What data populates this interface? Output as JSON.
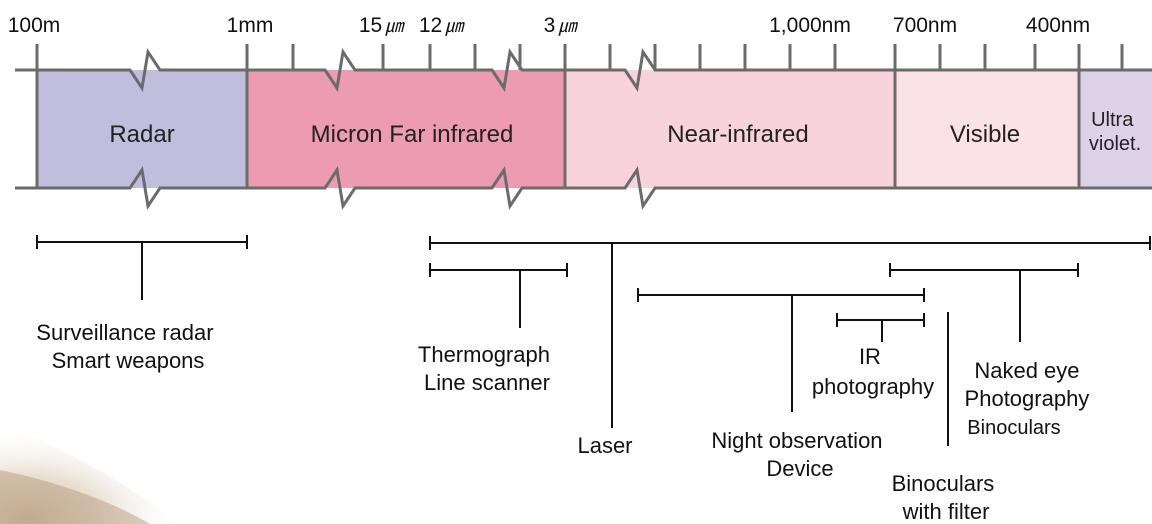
{
  "scale": {
    "labels": [
      {
        "id": "100m",
        "text": "100m"
      },
      {
        "id": "1mm",
        "text": "1mm"
      },
      {
        "id": "15um",
        "num": "15",
        "unit": "㎛"
      },
      {
        "id": "12um",
        "num": "12",
        "unit": "㎛"
      },
      {
        "id": "3um",
        "num": "3",
        "unit": "㎛"
      },
      {
        "id": "1000nm",
        "text": "1,000nm"
      },
      {
        "id": "700nm",
        "text": "700nm"
      },
      {
        "id": "400nm",
        "text": "400nm"
      }
    ]
  },
  "bands": [
    {
      "id": "radar",
      "label": "Radar",
      "color": "#c1bedd"
    },
    {
      "id": "far-ir",
      "label": "Micron Far infrared",
      "color": "#ec9bb1"
    },
    {
      "id": "near-ir",
      "label": "Near-infrared",
      "color": "#f8d3dd"
    },
    {
      "id": "visible",
      "label": "Visible",
      "color": "#fbe2e6"
    },
    {
      "id": "uv",
      "label_lines": [
        "Ultra",
        "violet."
      ],
      "color": "#ddd1e7"
    }
  ],
  "applications": [
    {
      "id": "radar-apps",
      "lines": [
        "Surveillance radar",
        "Smart weapons"
      ]
    },
    {
      "id": "thermograph",
      "lines": [
        "Thermograph",
        "Line scanner"
      ]
    },
    {
      "id": "laser",
      "lines": [
        "Laser"
      ]
    },
    {
      "id": "night-obs",
      "lines": [
        "Night observation",
        "Device"
      ]
    },
    {
      "id": "ir-photo",
      "lines": [
        "IR",
        "photography"
      ]
    },
    {
      "id": "binoculars-filter",
      "lines": [
        "Binoculars",
        "with filter"
      ]
    },
    {
      "id": "naked-eye",
      "lines": [
        "Naked eye",
        "Photography",
        "Binoculars"
      ]
    }
  ],
  "colors": {
    "axis": "#6b6b6b",
    "bracket": "#111111"
  }
}
